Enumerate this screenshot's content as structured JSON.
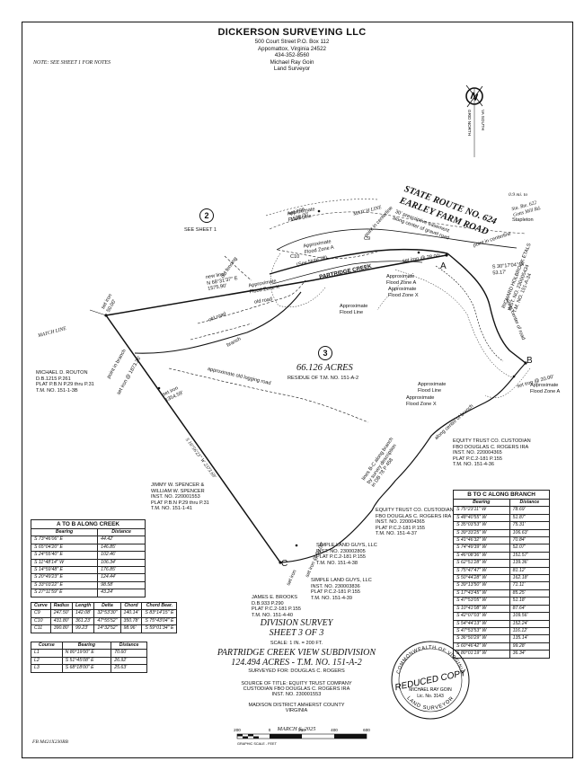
{
  "header": {
    "company": "DICKERSON SURVEYING LLC",
    "address1": "500 Court Street P.O. Box 112",
    "address2": "Appomattox, Virginia 24522",
    "phone": "434-352-8560",
    "surveyor_name": "Michael Ray Goin",
    "surveyor_title": "Land Surveyor"
  },
  "note": "NOTE: SEE SHEET 1 FOR NOTES",
  "north": {
    "letter": "N",
    "grid": "GRID NORTH",
    "va_south": "VA SOUTH"
  },
  "road": {
    "route": "STATE ROUTE NO. 624",
    "name": "EARLEY FARM ROAD",
    "prescriptive": "30' prescriptive easement",
    "center_gravel": "along center of gravel road",
    "distance": "0.9 mi. to",
    "rte_line1": "Sta. Rte. 622",
    "rte_line2": "Gotts Mill Rd.",
    "stapleton": "Stapleton"
  },
  "map_labels": {
    "lot2_num": "2",
    "see_sheet1": "SEE SHEET 1",
    "lot3_num": "3",
    "acres": "66.126 ACRES",
    "residue": "RESIDUE OF T.M. NO. 151-A-2",
    "partridge_creek": "PARTRIDGE CREEK",
    "match_line": "MATCH LINE",
    "match_line2": "MATCH LINE",
    "new_line": "new line",
    "new_line_bearing": "N 68°31'37\" E",
    "new_line_dist": "1575.90'",
    "set_iron_top": "set iron",
    "set_iron_top_dist": "1530.00'",
    "point_centerline_top": "point in centerline",
    "point_centerline_right": "point in centerline",
    "set_iron_28": "set iron @ 28.00'",
    "set_iron_top_left": "set iron",
    "set_iron_top_left_dist": "50.00'",
    "point_in_branch": "point in branch",
    "set_iron_branch": "set iron @ 1873.26'",
    "set_iron_1354": "set iron",
    "set_iron_1354_dist": "1354.59'",
    "set_iron_20": "set iron @ 20.00'",
    "set_iron_c": "set iron @ 50.00'",
    "set_iron_c2": "set iron",
    "old_road1": "old road",
    "old_road2": "old road",
    "branch": "branch",
    "old_logging_road": "approximate old logging road",
    "old_fencing": "old fencing",
    "see_note": "(See Note 18)",
    "flood_zone_a1": "Approximate Flood Zone A",
    "flood_zone_a2": "Approximate Flood Zone A",
    "flood_zone_a3": "Approximate Flood Zone A",
    "flood_zone_x1": "Approximate Flood Zone X",
    "flood_zone_x2": "Approximate Flood Zone X",
    "flood_zone_x3": "Approximate Flood Zone X",
    "flood_line1": "Approximate Flood Line",
    "flood_line2": "Approximate Flood Line",
    "flood_line3": "Approximate Flood Line",
    "along_centerline_road": "along center of road",
    "along_center_branch": "along center of branch",
    "lines_b_c": "lines B-C along branch",
    "lines_b_c2": "by survey description",
    "lines_b_c3": "in DB 78 P 458",
    "west_line_bearing": "S 16°56'23\" W",
    "west_line_dist": "2373.69'",
    "bearing_s30": "S 30°17'04\" W",
    "dist_5317": "53.17'",
    "c10": "C10",
    "c9": "C9",
    "point_a": "A",
    "point_b": "B",
    "point_c": "C"
  },
  "owners": {
    "routon": [
      "MICHAEL D. ROUTON",
      "D.B.1215 P.261",
      "PLAT P.B.N P.29 thru P.31",
      "T.M. NO. 151-1-3B"
    ],
    "spencer": [
      "JIMMY W. SPENCER &",
      "WILLIAM W. SPENCER",
      "INST. NO. 220001553",
      "PLAT P.B.N P.29 thru P.31",
      "T.M. NO. 151-1-41"
    ],
    "holbrook": [
      "RICHARD HOLBROOK ETALS",
      "INST. NO. 230005434",
      "T.M. NO. 151-A-34"
    ],
    "equity_right": [
      "EQUITY TRUST CO. CUSTODIAN",
      "FBO DOUGLAS C. ROGERS IRA",
      "INST. NO. 220004365",
      "PLAT P.C.2-181 P.155",
      "T.M. NO. 151-4-36"
    ],
    "equity_left": [
      "EQUITY TRUST CO. CUSTODIAN",
      "FBO DOUGLAS C. ROGERS IRA",
      "INST. NO. 220004365",
      "PLAT P.C.2-181 P.155",
      "T.M. NO. 151-4-37"
    ],
    "simple1": [
      "SIMPLE LAND GUYS, LLC",
      "INST. NO. 230002805",
      "PLAT P.C.2-181 P.155",
      "T.M. NO. 151-4-38"
    ],
    "simple2": [
      "SIMPLE LAND GUYS, LLC",
      "INST. NO. 230003836",
      "PLAT P.C.2-181 P.155",
      "T.M. NO. 151-4-39"
    ],
    "brooks": [
      "JAMES E. BROOKS",
      "D.B.933 P.290",
      "PLAT P.C.2-181 P.155",
      "T.M. NO. 151-4-40"
    ]
  },
  "table_ab": {
    "title": "A TO B ALONG CREEK",
    "headers": [
      "Bearing",
      "Distance"
    ],
    "rows": [
      [
        "S 73°46'06\" E",
        "44.42'"
      ],
      [
        "S 65°04'20\" E",
        "146.85'"
      ],
      [
        "S 24°55'40\" E",
        "102.46'"
      ],
      [
        "S 11°48'14\" W",
        "106.34'"
      ],
      [
        "S 14°59'48\" E",
        "176.85'"
      ],
      [
        "S 20°49'23\" E",
        "124.44'"
      ],
      [
        "S 33°03'22\" E",
        "98.58'"
      ],
      [
        "S 27°11'59\" E",
        "43.24'"
      ]
    ]
  },
  "table_curve": {
    "headers": [
      "Curve",
      "Radius",
      "Length",
      "Delta",
      "Chord",
      "Chord Bear."
    ],
    "rows": [
      [
        "C9",
        "247.50'",
        "142.08'",
        "32°53'30\"",
        "140.14'",
        "S 83°14'15\" E"
      ],
      [
        "C10",
        "431.80'",
        "361.23'",
        "47°55'52\"",
        "350.78'",
        "S 75°43'04\" E"
      ],
      [
        "C11",
        "390.80'",
        "99.23'",
        "14°32'52\"",
        "98.96'",
        "S 59°01'34\" E"
      ]
    ]
  },
  "table_course": {
    "headers": [
      "Course",
      "Bearing",
      "Distance"
    ],
    "rows": [
      [
        "L1",
        "N 80°19'00\" E",
        "70.60'"
      ],
      [
        "L2",
        "S 51°45'08\" E",
        "26.92'"
      ],
      [
        "L3",
        "S 68°18'00\" E",
        "25.63'"
      ]
    ]
  },
  "table_bc": {
    "title": "B TO C ALONG BRANCH",
    "headers": [
      "Bearing",
      "Distance"
    ],
    "rows": [
      [
        "S 75°23'11\" W",
        "78.69'"
      ],
      [
        "S 48°40'55\" W",
        "51.87'"
      ],
      [
        "S 35°03'53\" W",
        "75.31'"
      ],
      [
        "S 39°33'25\" W",
        "106.63'"
      ],
      [
        "S 41°46'32\" W",
        "70.84'"
      ],
      [
        "S 74°49'39\" W",
        "52.07'"
      ],
      [
        "S 46°08'36\" W",
        "151.57'"
      ],
      [
        "S 62°51'28\" W",
        "139.36'"
      ],
      [
        "S 75°47'47\" W",
        "81.12'"
      ],
      [
        "S 50°44'28\" W",
        "162.18'"
      ],
      [
        "S 39°13'50\" W",
        "71.11'"
      ],
      [
        "S 17°43'45\" W",
        "85.25'"
      ],
      [
        "S 47°53'05\" W",
        "51.18'"
      ],
      [
        "S 10°41'08\" W",
        "87.64'"
      ],
      [
        "S 42°07'03\" W",
        "109.56'"
      ],
      [
        "S 54°44'13\" W",
        "152.24'"
      ],
      [
        "S 47°53'53\" W",
        "116.12'"
      ],
      [
        "S 36°50'29\" W",
        "135.14'"
      ],
      [
        "S 60°46'42\" W",
        "99.28'"
      ],
      [
        "S 80°01'19\" W",
        "36.34'"
      ]
    ]
  },
  "title_block": {
    "division": "DIVISION SURVEY",
    "sheet": "SHEET 3 OF 3",
    "scale": "SCALE: 1 IN. = 200 FT.",
    "subdivision": "PARTRIDGE CREEK VIEW SUBDIVISION",
    "acres": "124.494 ACRES - T.M. NO. 151-A-2",
    "surveyed_for": "SURVEYED FOR: DOUGLAS C. ROGERS",
    "source_title": "SOURCE OF TITLE: EQUITY TRUST COMPANY",
    "custodian": "CUSTODIAN FBO DOUGLAS C. ROGERS IRA",
    "inst": "INST. NO. 230001553",
    "district": "MADISON DISTRICT  AMHERST COUNTY",
    "state": "VIRGINIA",
    "date": "MARCH 6, 2025"
  },
  "seal": {
    "top": "COMMONWEALTH OF VIRGINIA",
    "reduced": "REDUCED COPY",
    "name": "MICHAEL RAY GOIN",
    "lic": "Lic. No. 3143",
    "bottom": "LAND SURVEYOR"
  },
  "scale_bar": {
    "ticks": [
      "200",
      "0",
      "200",
      "400",
      "600"
    ],
    "label": "GRAPHIC SCALE - FEET"
  },
  "file_ref": "FB M421X230RB"
}
